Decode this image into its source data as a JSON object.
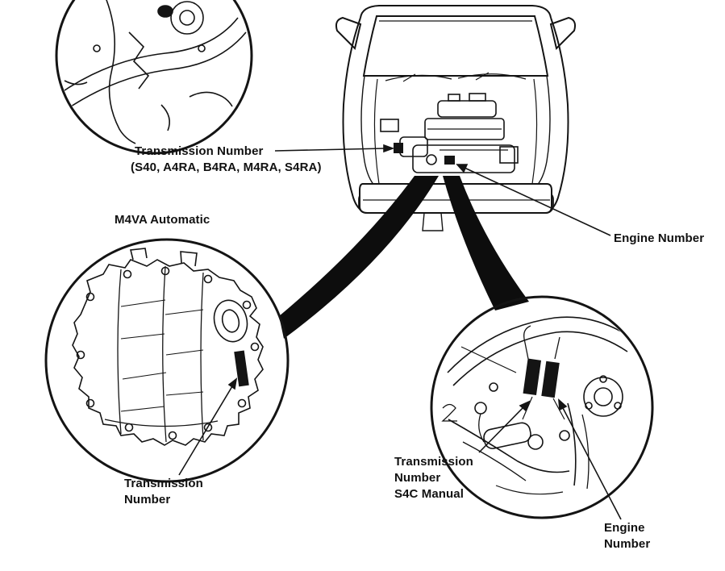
{
  "colors": {
    "ink": "#141414",
    "background": "#ffffff"
  },
  "labels": {
    "transmission_number_main": {
      "line1": "Transmission Number",
      "line2": "(S40, A4RA, B4RA, M4RA, S4RA)"
    },
    "engine_number_right": "Engine Number",
    "m4va_automatic": "M4VA Automatic",
    "transmission_number_left": {
      "line1": "Transmission",
      "line2": "Number"
    },
    "transmission_number_s4c": {
      "line1": "Transmission",
      "line2": "Number",
      "line3": "S4C Manual"
    },
    "engine_number_bottom": {
      "line1": "Engine",
      "line2": "Number"
    }
  }
}
